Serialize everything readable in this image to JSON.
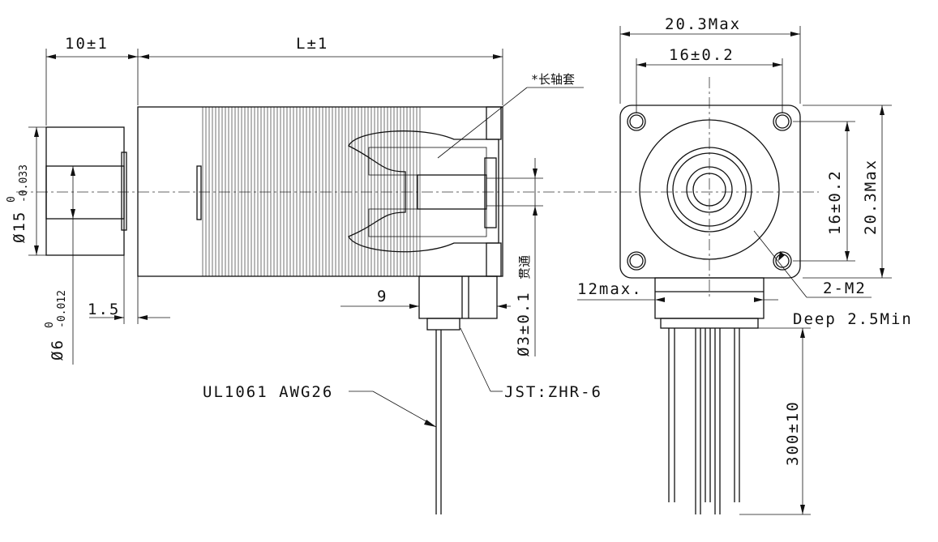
{
  "labels": {
    "dim_10": "10±1",
    "dim_L": "L±1",
    "note_sleeve": "*长轴套",
    "dim_body_dia": "Ø15",
    "dim_body_tol_upper": "0",
    "dim_body_tol_lower": "-0.033",
    "dim_shaft_dia": "Ø6",
    "dim_shaft_tol_upper": "0",
    "dim_shaft_tol_lower": "-0.012",
    "dim_1_5": "1.5",
    "dim_9": "9",
    "dim_hole": "Ø3±0.1",
    "note_through": "贯通",
    "connector": "JST:ZHR-6",
    "wire": "UL1061 AWG26",
    "dim_20_3_top": "20.3Max",
    "dim_16_top": "16±0.2",
    "dim_16_side": "16±0.2",
    "dim_20_3_side": "20.3Max",
    "dim_12max": "12max.",
    "thread": "2-M2",
    "depth": "Deep 2.5Min",
    "dim_300": "300±10"
  }
}
